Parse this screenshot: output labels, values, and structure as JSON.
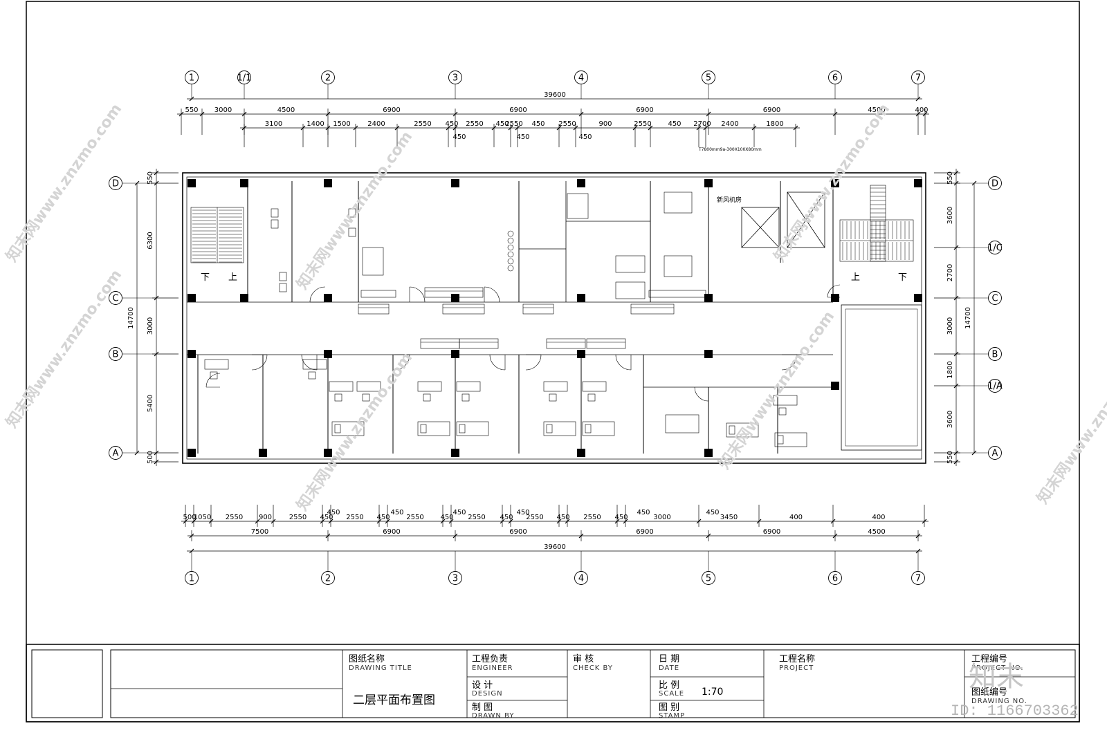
{
  "grid": {
    "columns": [
      "1",
      "1/1",
      "2",
      "3",
      "4",
      "5",
      "6",
      "7"
    ],
    "rows": [
      "D",
      "1/C",
      "C",
      "B",
      "1/A",
      "A"
    ]
  },
  "dimensions": {
    "top_overall": "39600",
    "top_axis": [
      "550",
      "3000",
      "4500",
      "6900",
      "6900",
      "6900",
      "6900",
      "4500",
      "400"
    ],
    "top_detail": [
      "3100",
      "1400",
      "1500",
      "2400",
      "2550",
      "450",
      "2550",
      "450",
      "2550",
      "450",
      "2550",
      "900",
      "2550",
      "450",
      "2700",
      "2400",
      "1800"
    ],
    "top_detail_sub": [
      "450",
      "450",
      "450"
    ],
    "top_note": "T7800mm9a-300X100X80mm",
    "bottom_detail": [
      "500",
      "1050",
      "2550",
      "900",
      "2550",
      "450",
      "2550",
      "450",
      "2550",
      "450",
      "2550",
      "450",
      "2550",
      "450",
      "2550",
      "450",
      "3000",
      "3450",
      "400",
      "400"
    ],
    "bottom_detail_sup": [
      "450",
      "450",
      "450",
      "450",
      "450",
      "450"
    ],
    "bottom_axis": [
      "7500",
      "6900",
      "6900",
      "6900",
      "6900",
      "4500"
    ],
    "bottom_overall": "39600",
    "left": [
      "550",
      "6300",
      "3000",
      "5400",
      "500"
    ],
    "left_total": "14700",
    "right": [
      "550",
      "3600",
      "2700",
      "3000",
      "1800",
      "3600",
      "550"
    ],
    "right_total": "14700"
  },
  "plan": {
    "stair_down": "下",
    "stair_up": "上",
    "machine_room": "新风机房"
  },
  "title_block": {
    "drawing_title_cn": "图纸名称",
    "drawing_title_en": "DRAWING TITLE",
    "drawing_title_value": "二层平面布置图",
    "engineer_cn": "工程负责",
    "engineer_en": "ENGINEER",
    "design_cn": "设 计",
    "design_en": "DESIGN",
    "drawn_cn": "制 图",
    "drawn_en": "DRAWN BY",
    "check_cn": "审 核",
    "check_en": "CHECK BY",
    "date_cn": "日 期",
    "date_en": "DATE",
    "scale_cn": "比 例",
    "scale_en": "SCALE",
    "scale_value": "1:70",
    "stamp_cn": "图 别",
    "stamp_en": "STAMP",
    "project_cn": "工程名称",
    "project_en": "PROJECT",
    "project_no_cn": "工程编号",
    "project_no_en": "PROJECT NO.",
    "drawing_no_cn": "图纸编号",
    "drawing_no_en": "DRAWING NO."
  },
  "watermark": {
    "site": "知末网www.znzmo.com",
    "brand": "知末",
    "id": "ID: 1166703362"
  }
}
